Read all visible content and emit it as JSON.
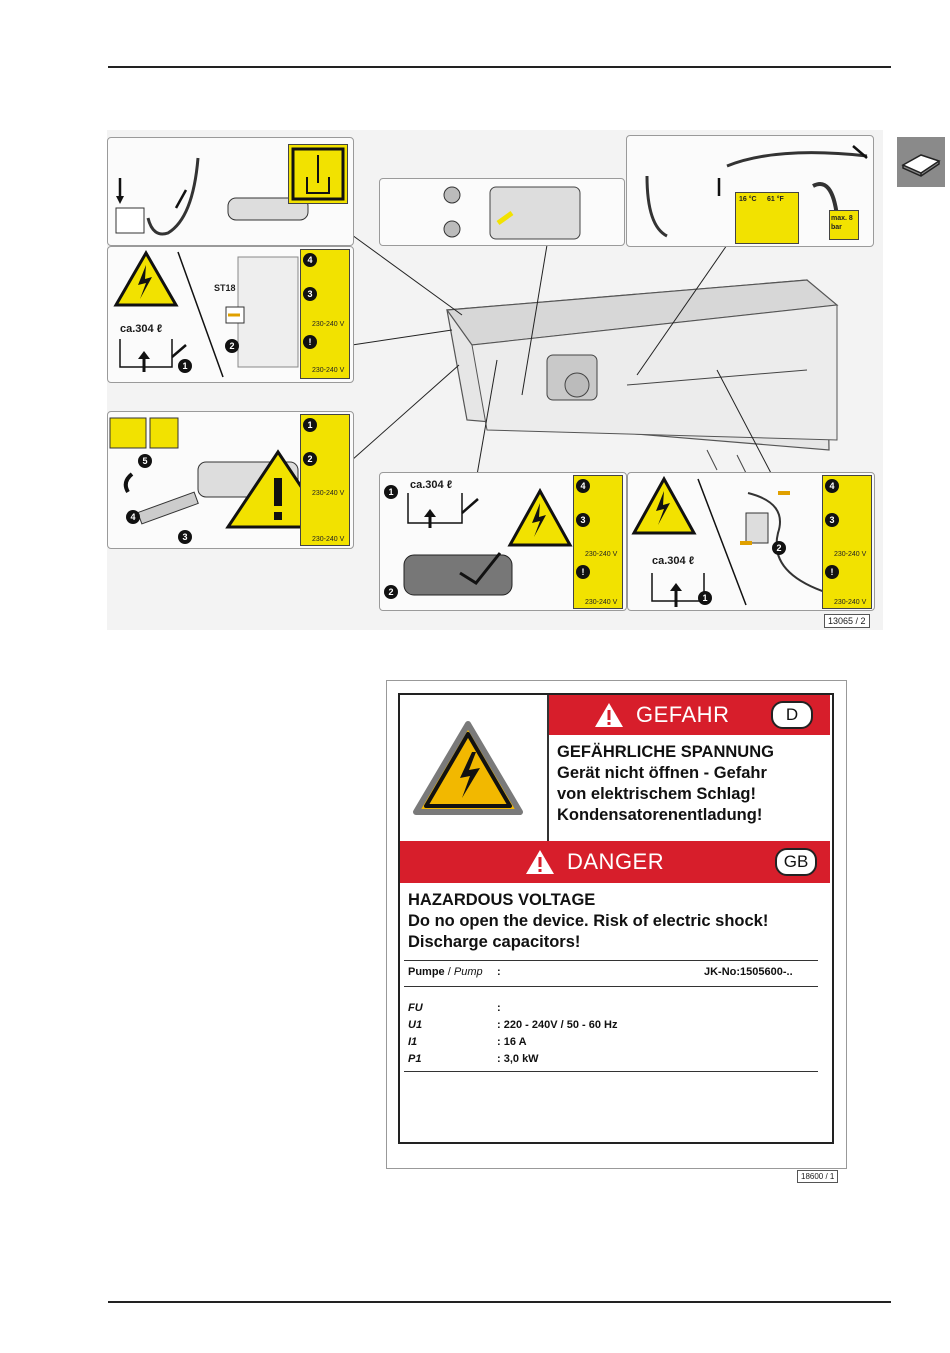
{
  "figure_top": {
    "code": "13065 / 2",
    "volume": "ca.304 ℓ",
    "connector": "ST18",
    "voltage": "230-240 V",
    "temp_c": "16 °C",
    "temp_f": "61 °F",
    "pressure": "max. 8 bar"
  },
  "label": {
    "gefahr_title": "GEFAHR",
    "gefahr_country": "D",
    "gefahr_lines": [
      "GEFÄHRLICHE SPANNUNG",
      "Gerät nicht öffnen  -  Gefahr",
      "von elektrischem Schlag!",
      "Kondensatorenentladung!"
    ],
    "danger_title": "DANGER",
    "danger_country": "GB",
    "danger_lines": [
      "HAZARDOUS VOLTAGE",
      "Do no open the device. Risk of electric shock!",
      "Discharge capacitors!"
    ],
    "pump_label": "Pumpe",
    "pump_label_en": "Pump",
    "pump_colon": ":",
    "jk_no": "JK-No:1505600-..",
    "specs": [
      {
        "key": "FU",
        "value": ":"
      },
      {
        "key": "U1",
        "value": ": 220 - 240V / 50 - 60 Hz"
      },
      {
        "key": "I1",
        "value": ": 16 A"
      },
      {
        "key": "P1",
        "value": ": 3,0 kW"
      }
    ],
    "code": "18600 / 1"
  },
  "colors": {
    "danger_red": "#d71e2b",
    "warning_yellow": "#f2e200",
    "tab_gray": "#8a8a8a"
  }
}
